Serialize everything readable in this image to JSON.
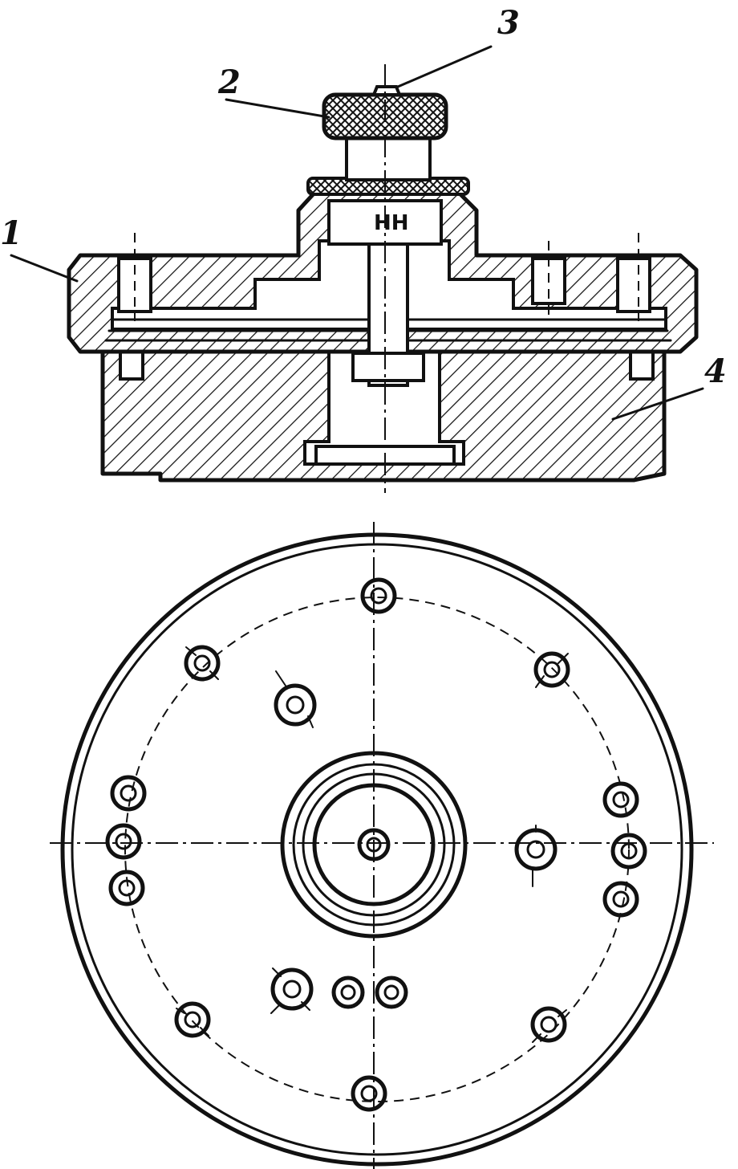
{
  "callouts": {
    "c1": "1",
    "c2": "2",
    "c3": "3",
    "c4": "4"
  },
  "colors": {
    "ink": "#111111",
    "paper": "#ffffff"
  }
}
